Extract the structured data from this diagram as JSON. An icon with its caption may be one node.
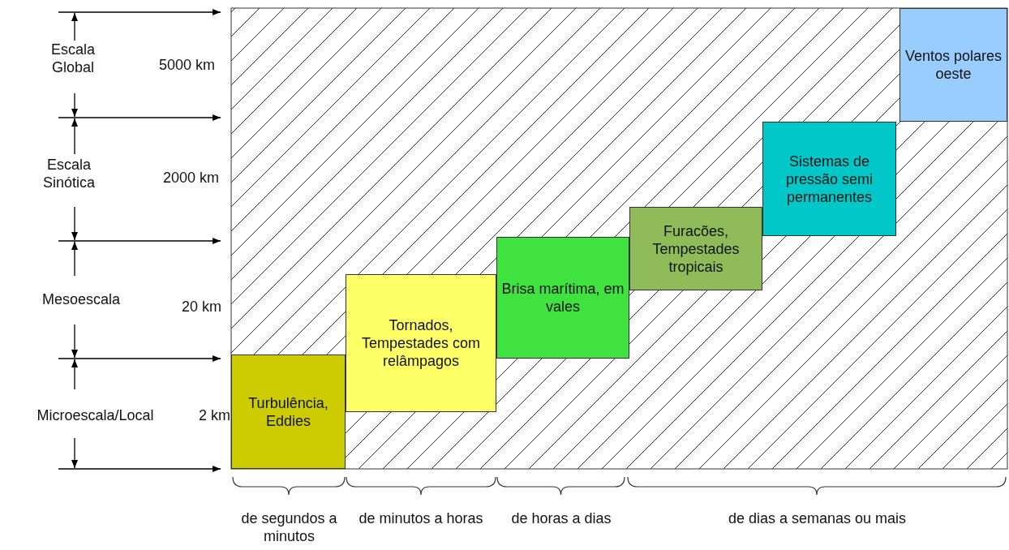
{
  "diagram": {
    "nodes": [
      {
        "text": [
          "Turbulência, Eddies"
        ]
      },
      {
        "text": [
          "Tornados, Tempestades com relâmpagos"
        ]
      },
      {
        "text": [
          "Brisa marítima, em vales"
        ]
      },
      {
        "text": [
          "Furacões, Tempestades tropicais"
        ]
      },
      {
        "text": [
          "Sistemas de pressão semi permanentes"
        ]
      },
      {
        "text": [
          "Ventos polares oeste"
        ]
      }
    ],
    "labels": [
      "Escala Global",
      "5000 km",
      "Escala Sinótica",
      "2000 km",
      "Mesoescala",
      "20 km",
      "Microescala/Local",
      "2 km",
      "de segundos a minutos",
      "de minutos a horas",
      "de horas a dias",
      "de dias a semanas ou mais"
    ]
  }
}
